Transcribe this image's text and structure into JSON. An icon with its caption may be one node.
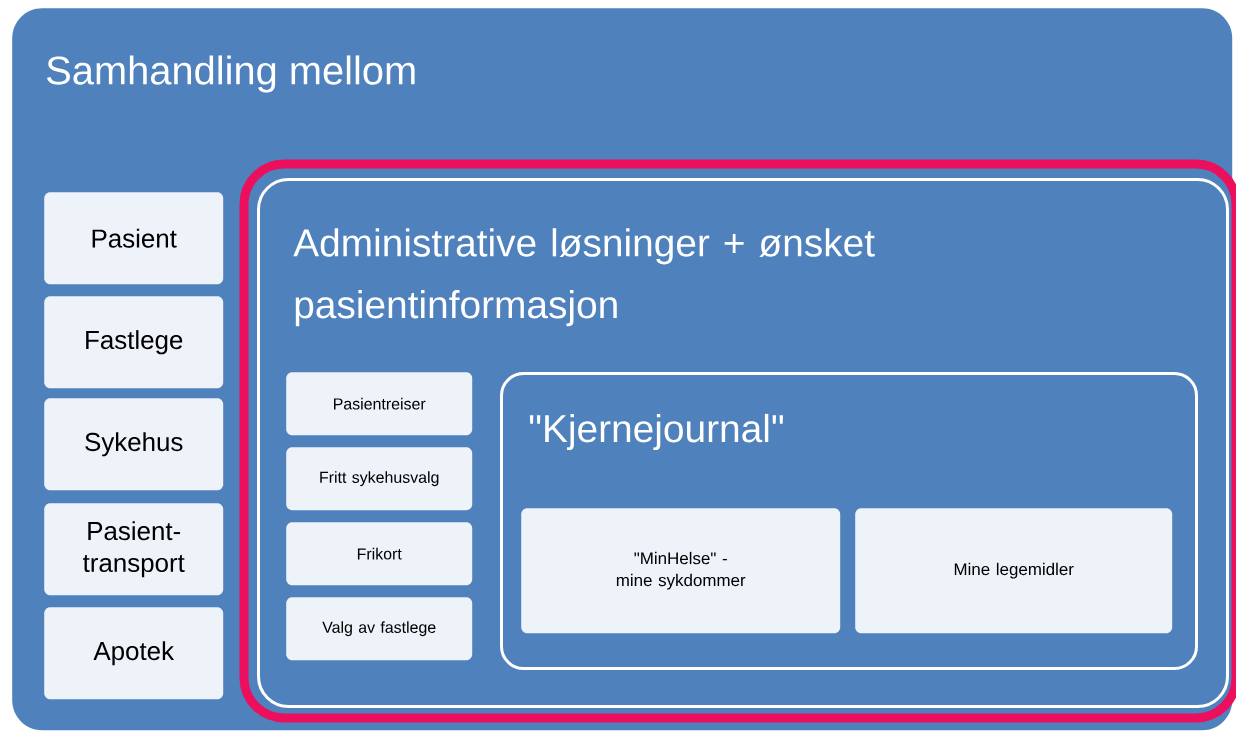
{
  "diagram": {
    "nodes": [
      {
        "text": [
          "Samhandling mellom"
        ]
      },
      {
        "text": [
          "Pasient"
        ],
        "in": 0
      },
      {
        "text": [
          "Fastlege"
        ],
        "in": 0
      },
      {
        "text": [
          "Sykehus"
        ],
        "in": 0
      },
      {
        "text": [
          "Pasient-transport"
        ],
        "in": 0
      },
      {
        "text": [
          "Apotek"
        ],
        "in": 0
      },
      {
        "text": [
          "Administrative løsninger + ønsket pasientinformasjon"
        ],
        "in": 0
      },
      {
        "text": [
          "Pasientreiser"
        ],
        "in": 6
      },
      {
        "text": [
          "Fritt sykehusvalg"
        ],
        "in": 6
      },
      {
        "text": [
          "Frikort"
        ],
        "in": 6
      },
      {
        "text": [
          "Valg av fastlege"
        ],
        "in": 6
      },
      {
        "text": [
          "\"Kjernejournal\""
        ],
        "in": 6
      },
      {
        "text": [
          "\"MinHelse\" - mine sykdommer"
        ],
        "in": 11
      },
      {
        "text": [
          "Mine legemidler"
        ],
        "in": 11
      }
    ]
  }
}
